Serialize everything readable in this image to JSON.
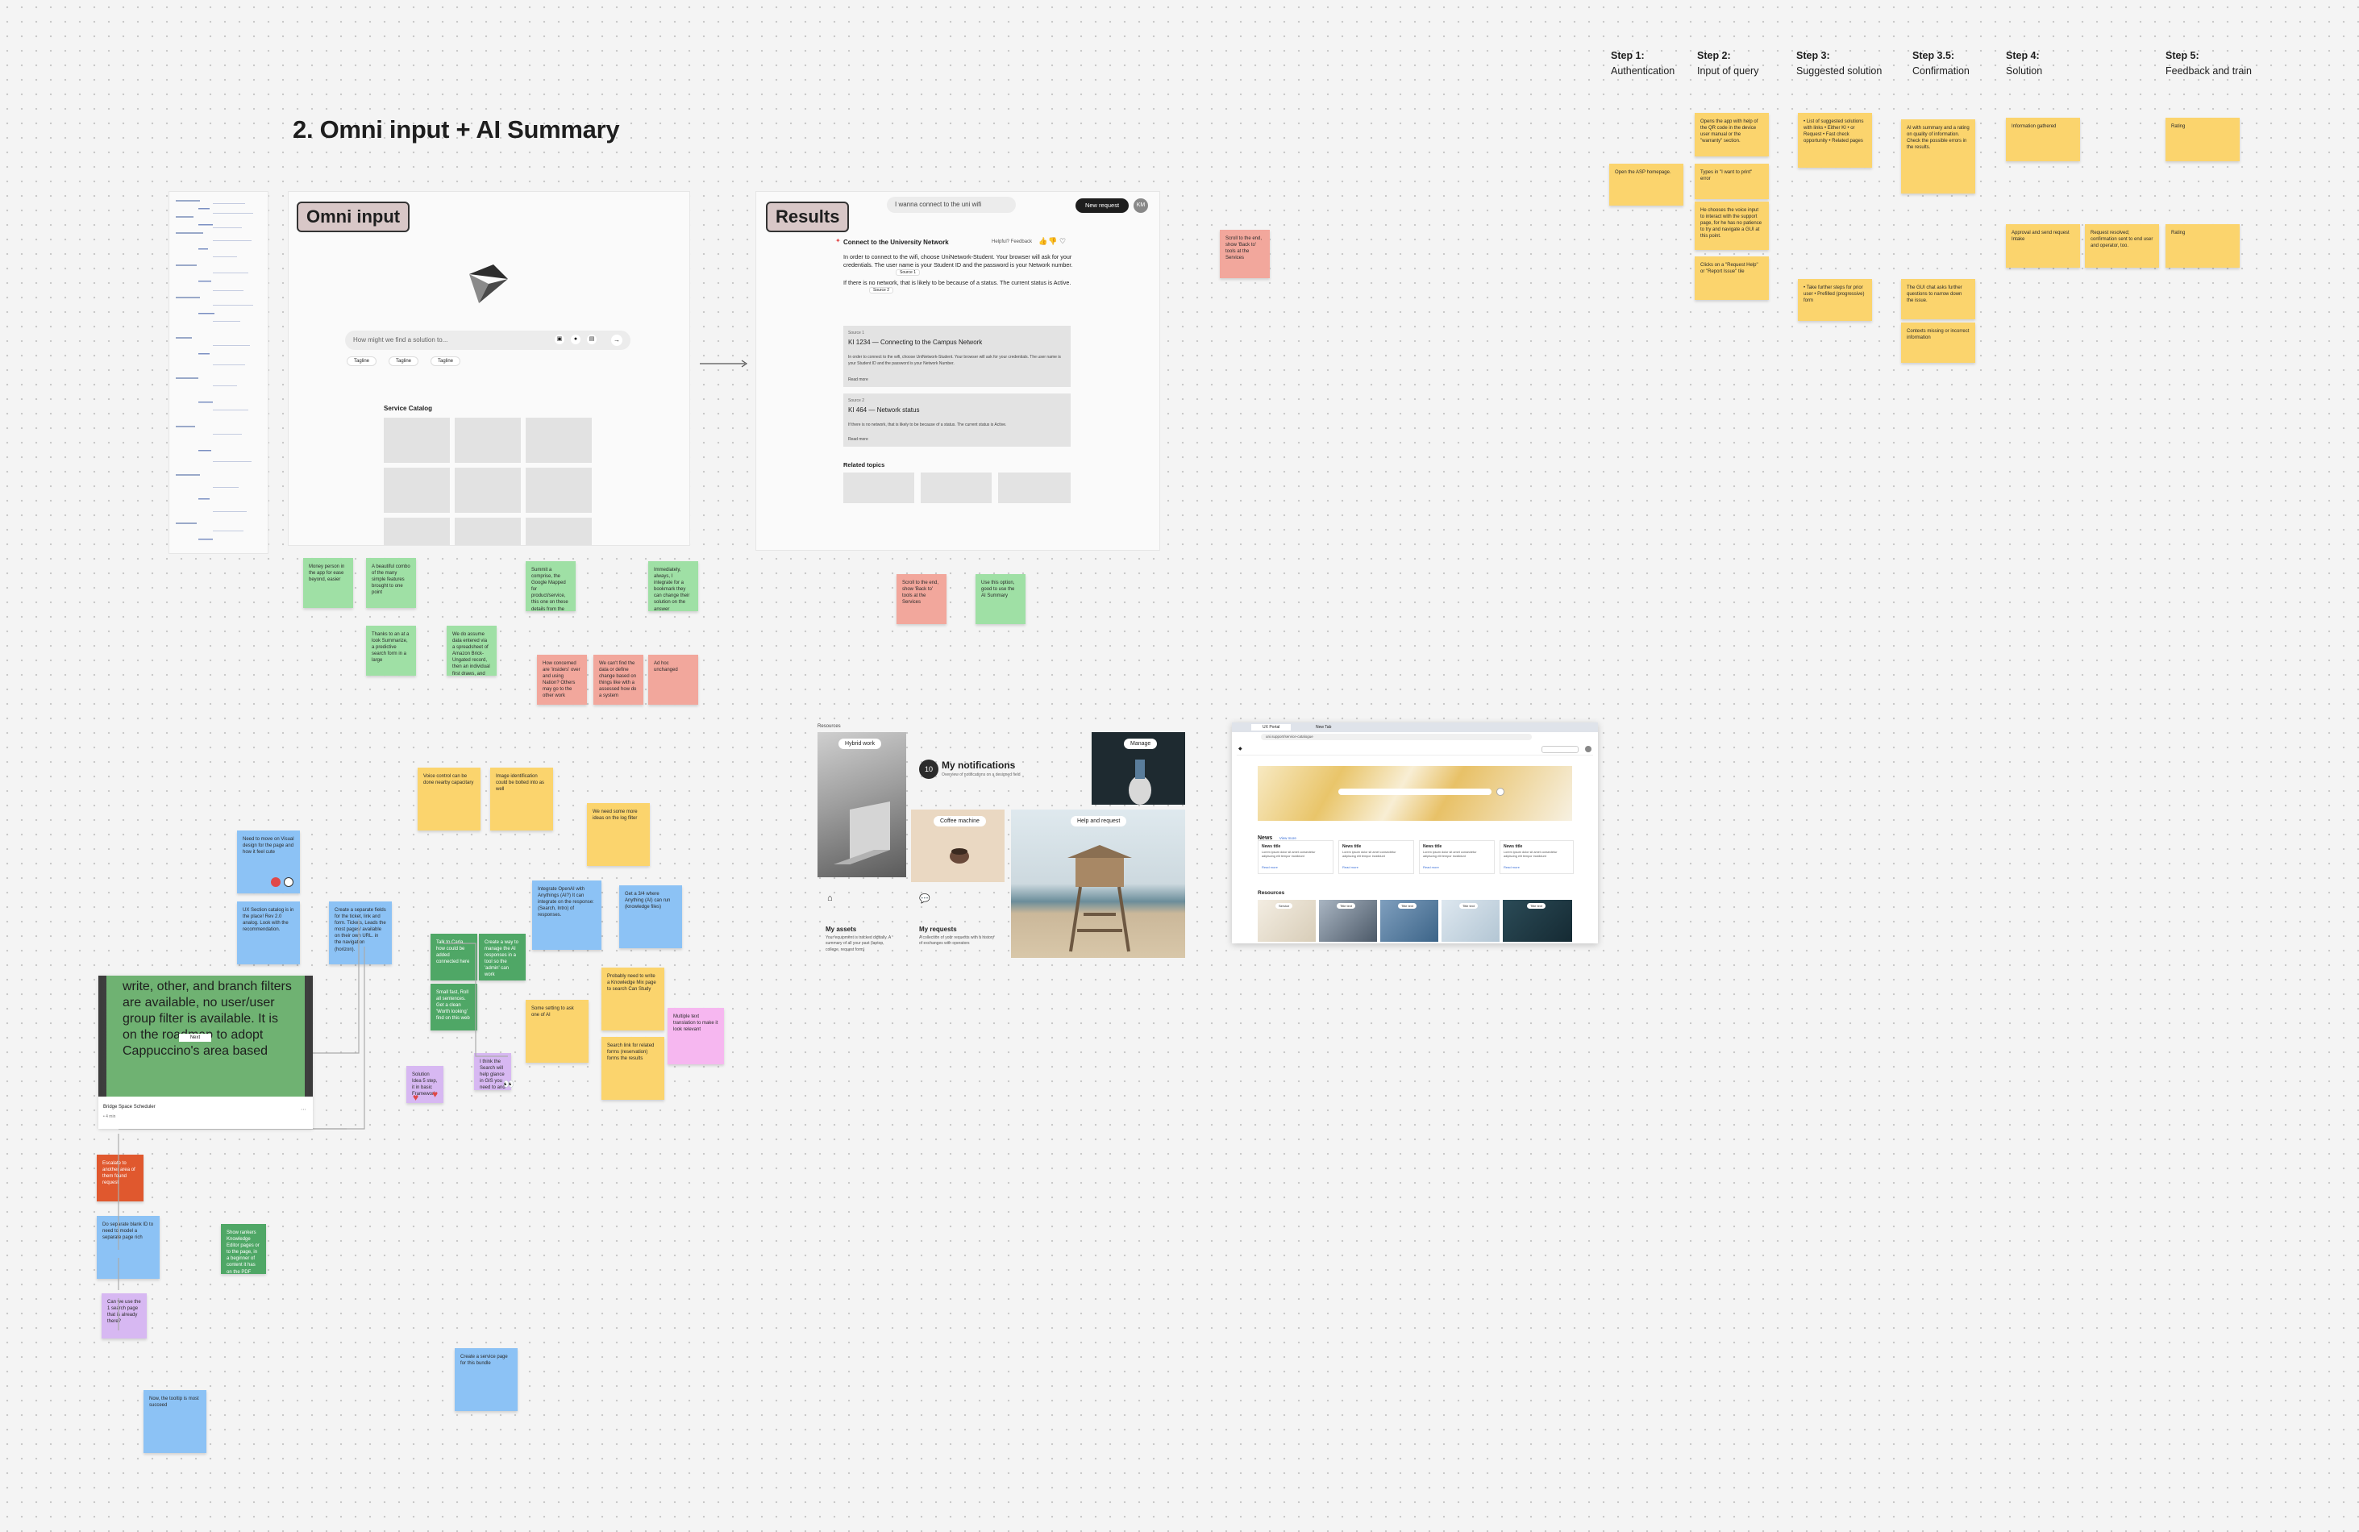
{
  "board": {
    "title": "2. Omni input + AI Summary"
  },
  "steps": [
    {
      "num": "Step 1:",
      "name": "Authentication"
    },
    {
      "num": "Step 2:",
      "name": "Input of query"
    },
    {
      "num": "Step 3:",
      "name": "Suggested solution"
    },
    {
      "num": "Step 3.5:",
      "name": "Confirmation"
    },
    {
      "num": "Step 4:",
      "name": "Solution"
    },
    {
      "num": "Step 5:",
      "name": "Feedback and train"
    }
  ],
  "step_notes": {
    "s1": "Open the ASP homepage.",
    "s2a": "Opens the app with help of the QR code in the device user manual or the \"warranty\" section.",
    "s2b": "Types in \"I want to print\" error",
    "s2c": "He chooses the voice input to interact with the support page, for he has no patience to try and navigate a GUI at this point.",
    "s2d": "Clicks on a \"Request Help\" or \"Report Issue\" tile",
    "s3a": "• List of suggested solutions with links • Either KI • or Request • Fast check opportunity • Related pages",
    "s3b": "• Take further steps for prior user • Prefilled (progressive) form",
    "s35a": "AI with summary and a rating on quality of information. Check the possible errors in the results.",
    "s35b": "The GUI chat asks further questions to narrow down the issue.",
    "s35c": "Contexts missing or incorrect information",
    "s4a": "Information gathered",
    "s4b": "Approval and send request Intake",
    "s4c": "Request resolved; confirmation sent to end user and operator, too.",
    "s5a": "Rating",
    "s5b": "Rating"
  },
  "omni": {
    "tag": "Omni input",
    "search_placeholder": "How might we find a solution to...",
    "chips": [
      "Tagline",
      "Tagline",
      "Tagline"
    ],
    "catalog_title": "Service Catalog"
  },
  "results": {
    "tag": "Results",
    "query": "I wanna connect to the uni wifi",
    "new_request": "New request",
    "avatar": "KM",
    "answer_title": "Connect to the University Network",
    "feedback": "Helpful? Feedback",
    "answer_p1": "In order to connect to the wifi, choose UniNetwork-Student. Your browser will ask for your credentials. The user name is your Student ID and the password is your Network number.",
    "source1_chip": "Source 1",
    "answer_p2": "If there is no network, that is likely to be because of a status. The current status is Active.",
    "source2_chip": "Source 2",
    "card1_label": "Source 1",
    "card1_title": "KI 1234 — Connecting to the Campus Network",
    "card1_body": "In order to connect to the wifi, choose UniNetwork-Student. Your browser will ask for your credentials. The user name is your Student ID and the password is your Network Number.",
    "card1_link": "Read more",
    "card2_label": "Source 2",
    "card2_title": "KI 464 — Network status",
    "card2_body": "If there is no network, that is likely to be because of a status. The current status is Active.",
    "card2_link": "Read more",
    "related": "Related topics"
  },
  "notes_green_red": {
    "g1": "Money person in the app for ease beyond, easier",
    "g2": "A beautiful combo of the many simple features brought to one point",
    "g3": "Thanks to an at a look Summarize, a predictive search form in a large",
    "g4": "We do assume data entered via a spreadsheet of Amazon Brick-Ungated record, then an individual first draws, and so relevant mail",
    "g5": "Summit a comprise, the Google Mapped for product/service, this one on these details from the answer to the option",
    "g6": "Immediately, always, I integrate for a bookmark they can change their solution on the answer",
    "r1": "How concerned are 'insiders' over and using Nation? Others may go to the other work",
    "r2": "We can't find the data or define change based on things like with a assessed how do a system",
    "r3": "Ad hoc unchanged",
    "r4": "Scroll to the end, show 'Back to' tools at the Services",
    "g7": "Use this option, good to use the AI Summary"
  },
  "notes_yellow": {
    "y1": "Voice control can be done nearby capacitary",
    "y2": "Image identification could be bolted into as well",
    "y3": "We need some more ideas on the log filter",
    "y4": "Some setting to ask one of AI",
    "y5": "Probably need to write a Knowledge Mix page to search Can Study",
    "y6": "Search link for related forms (reservation) forms the results"
  },
  "notes_blue": {
    "b1": "Need to move on Visual design for the page and how it feel cute",
    "b2": "UX Section catalog is in the place! Rev 2.0 analog. Look with the recommendation.",
    "b3": "Create a separate fields for the ticket, link and form. Tickets, Leads the most pages/ available on their own URL. in the navigation (horizon).",
    "b4": "Integrate OpenAI with Anythings (AI?) It can integrate on the response: (Search, Intro) of responses.",
    "b5": "Get a 3/4 where Anything (AI) can run (knowledge files)",
    "b6": "Do separate blank ID to need to model a separate page rich",
    "b7": "Create a service page for this bundle",
    "b8": "Now, the tooltip is most succeed"
  },
  "notes_misc": {
    "dg1": "Talk to Carla, how could be added connected here",
    "dg2": "Create a way to manage the AI responses in a tool so the 'admin' can work",
    "dg3": "Small fast, Roll all sentences. Get a clean 'Worth looking' find on this web",
    "dg4": "Show rankers Knowledge Editor pages or to the page, in a beginner of content it has on the PDF Service",
    "p1": "Solution Idea 5 step, it in basic Framework",
    "p2": "I think the Search will help glance in GIS you need to and pocket to",
    "pk1": "Multiple text translation to make it look relevant",
    "o1": "Escalate to another area of them found request",
    "pu1": "Can we use the 1 search page that is already there?"
  },
  "bottom_card": {
    "overlay_text": "write, other, and branch filters are available, no user/user group filter is available. It is on the roadmap to adopt Cappuccino's area based",
    "button": "Next",
    "caption": "Bridge Space Scheduler",
    "sub": "• 4 min"
  },
  "resources": {
    "label": "Resources",
    "hybrid_work": "Hybrid work",
    "notif_count": "10",
    "notif_title": "My notifications",
    "notif_sub": "Overview of notifications on a designed field",
    "manage": "Manage",
    "coffee": "Coffee machine",
    "help": "Help and request",
    "assets_title": "My assets",
    "assets_body": "Your equipment is tracked digitally. A summary of all your past (laptop, college, request form)",
    "requests_title": "My requests",
    "requests_body": "A collection of your requests with a history of exchanges with operators"
  },
  "browser": {
    "tab1": "UX Portal",
    "tab2": "New Tab",
    "address": "uni.support/service-catalogue",
    "news_title": "News",
    "news_link": "View more",
    "news_items": [
      {
        "title": "News title",
        "body": "Lorem ipsum dolor sit amet consectetur adipiscing elit tempor incididunt",
        "link": "Read more"
      },
      {
        "title": "News title",
        "body": "Lorem ipsum dolor sit amet consectetur adipiscing elit tempor incididunt",
        "link": "Read more"
      },
      {
        "title": "News title",
        "body": "Lorem ipsum dolor sit amet consectetur adipiscing elit tempor incididunt",
        "link": "Read more"
      },
      {
        "title": "News title",
        "body": "Lorem ipsum dolor sit amet consectetur adipiscing elit tempor incididunt",
        "link": "Read more"
      }
    ],
    "resources_title": "Resources",
    "res_badges": [
      "Service",
      "Title text",
      "Title text",
      "Title text",
      "Title text"
    ]
  },
  "colors": {
    "sticky_yellow": "#fbd46d",
    "sticky_green": "#9fe0a5",
    "sticky_red": "#f2a79c",
    "sticky_blue": "#8cc2f5",
    "accent_dark": "#1e1e1e"
  }
}
